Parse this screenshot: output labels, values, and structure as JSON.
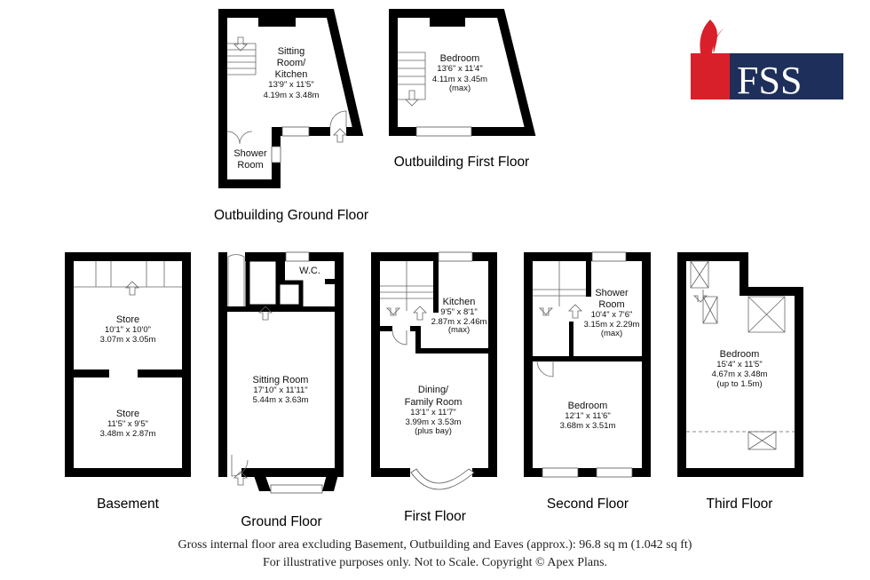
{
  "logo": {
    "text": "FSS",
    "navy": "#1d2f5a",
    "red": "#d8202a"
  },
  "plans": {
    "ob_ground": {
      "label": "Outbuilding Ground Floor",
      "sitting": [
        "Sitting",
        "Room/",
        "Kitchen",
        "13'9\" x 11'5\"",
        "4.19m x 3.48m"
      ],
      "shower": [
        "Shower",
        "Room"
      ]
    },
    "ob_first": {
      "label": "Outbuilding First Floor",
      "bedroom": [
        "Bedroom",
        "13'6\" x 11'4\"",
        "4.11m x 3.45m",
        "(max)"
      ]
    },
    "basement": {
      "label": "Basement",
      "store1": [
        "Store",
        "10'1\" x 10'0\"",
        "3.07m x 3.05m"
      ],
      "store2": [
        "Store",
        "11'5\" x 9'5\"",
        "3.48m x 2.87m"
      ]
    },
    "ground": {
      "label": "Ground Floor",
      "wc": "W.C.",
      "sitting": [
        "Sitting Room",
        "17'10\" x 11'11\"",
        "5.44m x 3.63m"
      ]
    },
    "first": {
      "label": "First Floor",
      "kitchen": [
        "Kitchen",
        "9'5\" x 8'1\"",
        "2.87m x 2.46m",
        "(max)"
      ],
      "dining": [
        "Dining/",
        "Family Room",
        "13'1\" x 11'7\"",
        "3.99m x 3.53m",
        "(plus bay)"
      ]
    },
    "second": {
      "label": "Second Floor",
      "shower": [
        "Shower",
        "Room",
        "10'4\" x 7'6\"",
        "3.15m x 2.29m",
        "(max)"
      ],
      "bedroom": [
        "Bedroom",
        "12'1\" x 11'6\"",
        "3.68m x 3.51m"
      ]
    },
    "third": {
      "label": "Third Floor",
      "bedroom": [
        "Bedroom",
        "15'4\" x 11'5\"",
        "4.67m x 3.48m",
        "(up to 1.5m)"
      ]
    }
  },
  "footer": {
    "line1": "Gross internal floor area excluding Basement, Outbuilding and Eaves (approx.): 96.8 sq m (1.042 sq ft)",
    "line2": "For illustrative purposes only. Not to Scale. Copyright © Apex Plans."
  }
}
